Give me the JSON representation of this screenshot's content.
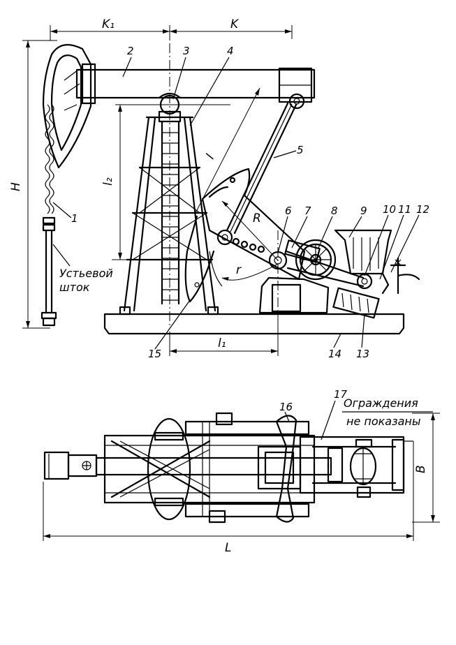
{
  "dimensions": {
    "K1": "K₁",
    "K": "K",
    "H": "H",
    "l": "l",
    "l2": "l₂",
    "l1": "l₁",
    "R": "R",
    "r": "r",
    "B": "B",
    "L": "L"
  },
  "parts": [
    "1",
    "2",
    "3",
    "4",
    "5",
    "6",
    "7",
    "8",
    "9",
    "10",
    "11",
    "12",
    "13",
    "14",
    "15",
    "16",
    "17"
  ],
  "notes": {
    "wellhead_rod_line1": "Устьевой",
    "wellhead_rod_line2": "шток",
    "guards_line1": "Ограждения",
    "guards_line2": "не показаны"
  }
}
